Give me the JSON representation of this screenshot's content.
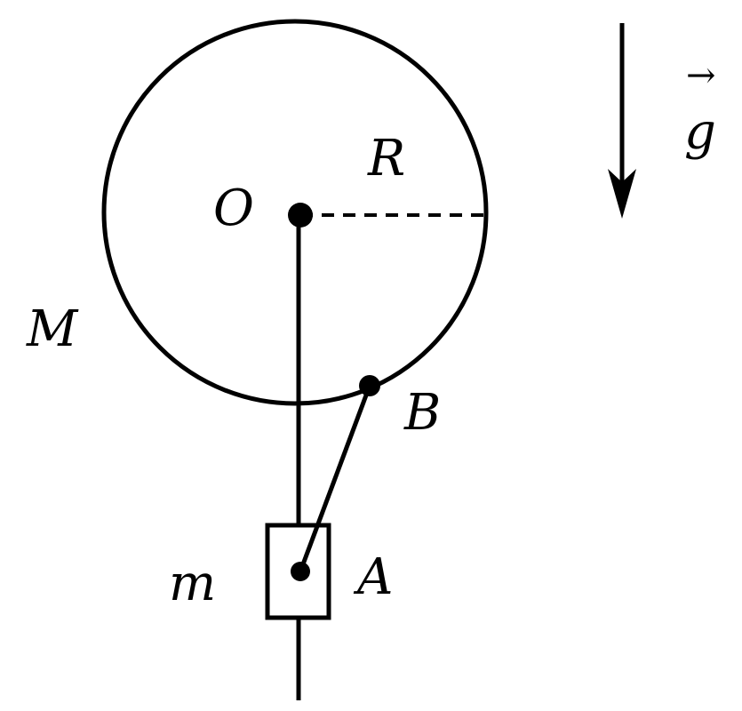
{
  "labels": {
    "center": "O",
    "radius": "R",
    "disk_mass": "M",
    "point_b": "B",
    "block_mass": "m",
    "point_a": "A",
    "gravity": "g",
    "gravity_arrow": "→"
  },
  "colors": {
    "ink": "#000000",
    "background": "#ffffff"
  }
}
